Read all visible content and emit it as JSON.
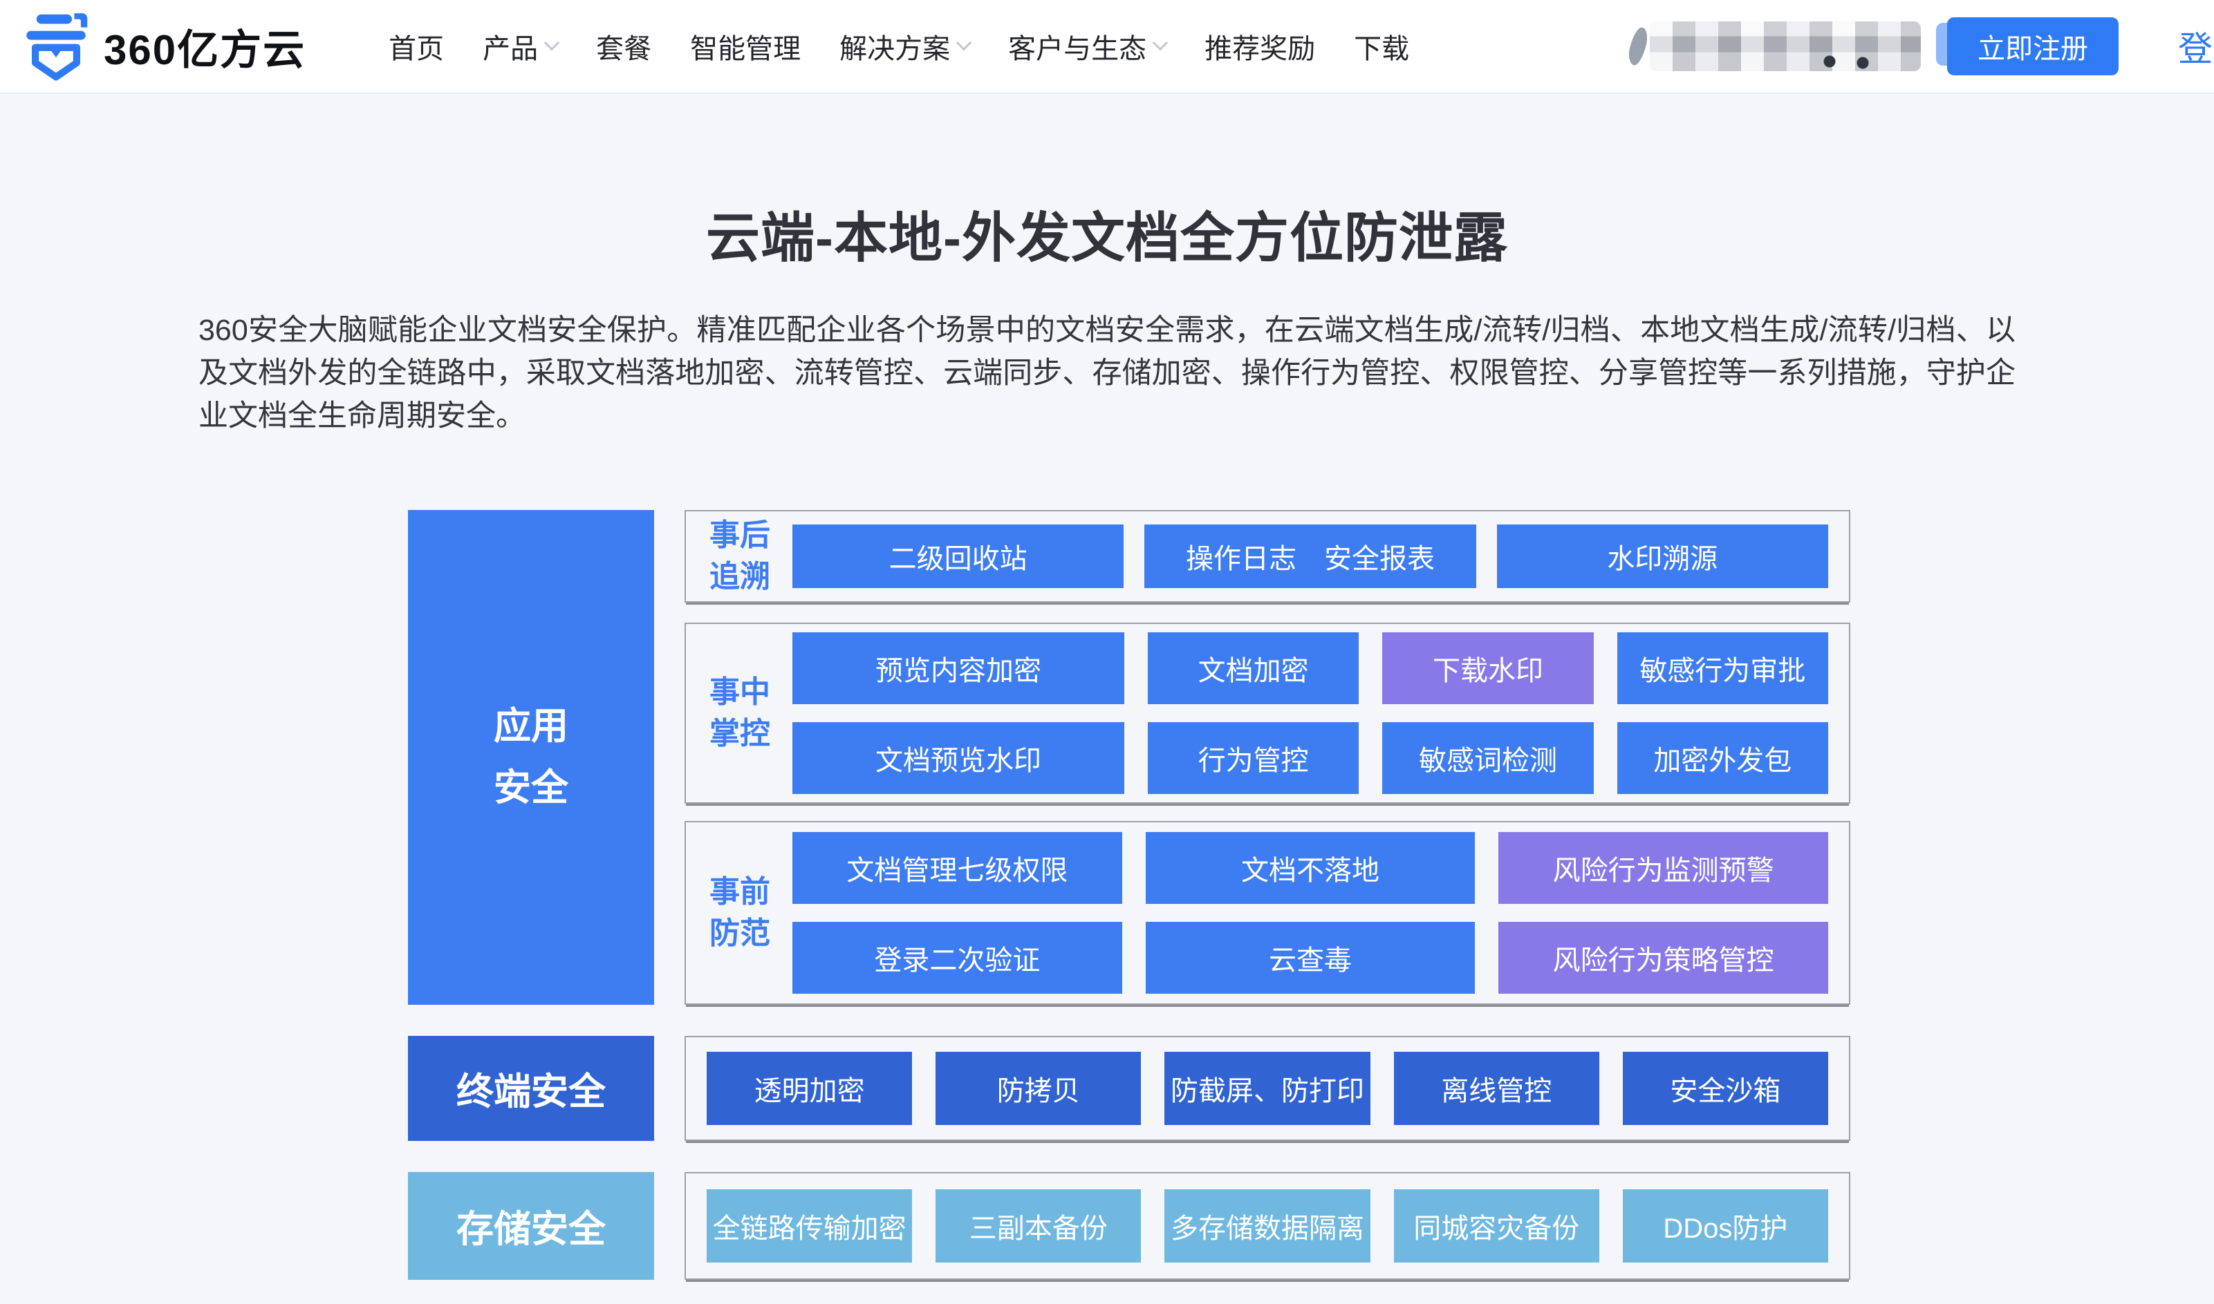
{
  "nav": {
    "logo_text": "360亿方云",
    "items": [
      {
        "label": "首页"
      },
      {
        "label": "产品"
      },
      {
        "label": "套餐"
      },
      {
        "label": "智能管理"
      },
      {
        "label": "解决方案"
      },
      {
        "label": "客户与生态"
      },
      {
        "label": "推荐奖励"
      },
      {
        "label": "下载"
      }
    ],
    "register_label": "立即注册",
    "login_label": "登录"
  },
  "hero": {
    "title": "云端-本地-外发文档全方位防泄露",
    "description": "360安全大脑赋能企业文档安全保护。精准匹配企业各个场景中的文档安全需求，在云端文档生成/流转/归档、本地文档生成/流转/归档、以及文档外发的全链路中，采取文档落地加密、流转管控、云端同步、存储加密、操作行为管控、权限管控、分享管控等一系列措施，守护企业文档全生命周期安全。"
  },
  "diagram": {
    "colors": {
      "blue": "#3E7DF1",
      "purple": "#8879E9",
      "dark_blue": "#3164D2",
      "light_blue": "#70B8E0",
      "accent": "#2F7BF5"
    },
    "left": {
      "app_line1": "应用",
      "app_line2": "安全",
      "terminal": "终端安全",
      "storage": "存储安全"
    },
    "after": {
      "label_line1": "事后",
      "label_line2": "追溯",
      "boxes": [
        "二级回收站",
        "操作日志　安全报表",
        "水印溯源"
      ]
    },
    "during": {
      "label_line1": "事中",
      "label_line2": "掌控",
      "row1": [
        "预览内容加密",
        "文档加密",
        "下载水印",
        "敏感行为审批"
      ],
      "row2": [
        "文档预览水印",
        "行为管控",
        "敏感词检测",
        "加密外发包"
      ]
    },
    "before": {
      "label_line1": "事前",
      "label_line2": "防范",
      "row1": [
        "文档管理七级权限",
        "文档不落地",
        "风险行为监测预警"
      ],
      "row2": [
        "登录二次验证",
        "云查毒",
        "风险行为策略管控"
      ]
    },
    "terminal_boxes": [
      "透明加密",
      "防拷贝",
      "防截屏、防打印",
      "离线管控",
      "安全沙箱"
    ],
    "storage_boxes": [
      "全链路传输加密",
      "三副本备份",
      "多存储数据隔离",
      "同城容灾备份",
      "DDos防护"
    ]
  }
}
